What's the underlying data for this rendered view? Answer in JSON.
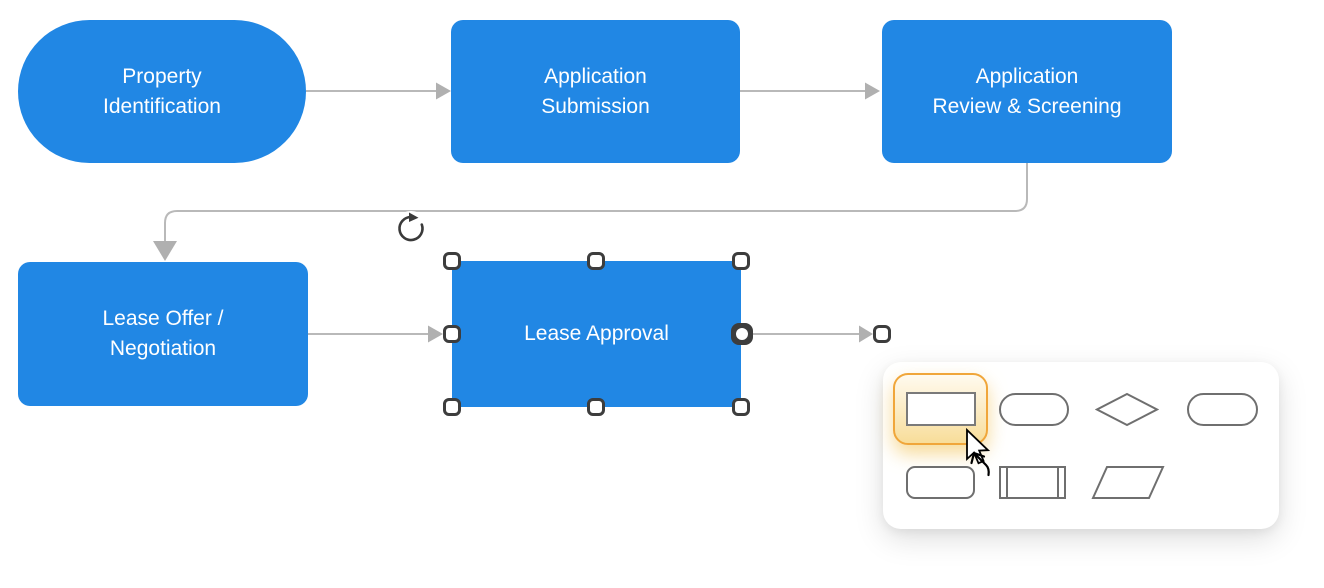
{
  "app": {
    "type": "flowchart-editor-canvas",
    "background": "#FFFFFF"
  },
  "diagram": {
    "node_fill_color": "#2187E4",
    "node_text_color": "#FFFFFF",
    "connector_color": "#B9B9B9",
    "arrowhead_color": "#B0B0B0",
    "nodes": [
      {
        "id": "property-identification",
        "shape": "terminator",
        "label": "Property Identification",
        "lines": [
          "Property",
          "Identification"
        ],
        "selected": false
      },
      {
        "id": "application-submission",
        "shape": "rounded-rectangle",
        "label": "Application Submission",
        "lines": [
          "Application",
          "Submission"
        ],
        "selected": false
      },
      {
        "id": "application-review-screening",
        "shape": "rounded-rectangle",
        "label": "Application Review & Screening",
        "lines": [
          "Application",
          "Review & Screening"
        ],
        "selected": false
      },
      {
        "id": "lease-offer-negotiation",
        "shape": "rounded-rectangle",
        "label": "Lease Offer / Negotiation",
        "lines": [
          "Lease Offer /",
          "Negotiation"
        ],
        "selected": false
      },
      {
        "id": "lease-approval",
        "shape": "rectangle",
        "label": "Lease Approval",
        "lines": [
          "Lease Approval"
        ],
        "selected": true
      }
    ],
    "edges": [
      {
        "from": "property-identification",
        "to": "application-submission",
        "routing": "straight"
      },
      {
        "from": "application-submission",
        "to": "application-review-screening",
        "routing": "straight"
      },
      {
        "from": "application-review-screening",
        "to": "lease-offer-negotiation",
        "routing": "elbow"
      },
      {
        "from": "lease-offer-negotiation",
        "to": "lease-approval",
        "routing": "straight"
      },
      {
        "from": "lease-approval",
        "to": "",
        "routing": "straight",
        "status": "dangling-endpoint"
      }
    ]
  },
  "selection": {
    "selected_node": "lease-approval",
    "handle_fill": "#FFFFFF",
    "handle_border_color": "#3D3D3D",
    "rotate_icon": "clockwise-circular-arrow"
  },
  "shape_picker": {
    "background": "#FFFFFF",
    "highlight_border_color": "#F0A63A",
    "shape_outline_color": "#6F6F6F",
    "items": [
      {
        "name": "rectangle",
        "highlighted": true
      },
      {
        "name": "terminator",
        "highlighted": false
      },
      {
        "name": "decision",
        "highlighted": false
      },
      {
        "name": "terminator",
        "highlighted": false
      },
      {
        "name": "rounded-rectangle",
        "highlighted": false
      },
      {
        "name": "predefined-process",
        "highlighted": false
      },
      {
        "name": "parallelogram",
        "highlighted": false
      }
    ]
  },
  "cursor": {
    "type": "arrow-with-bent-arrow"
  }
}
